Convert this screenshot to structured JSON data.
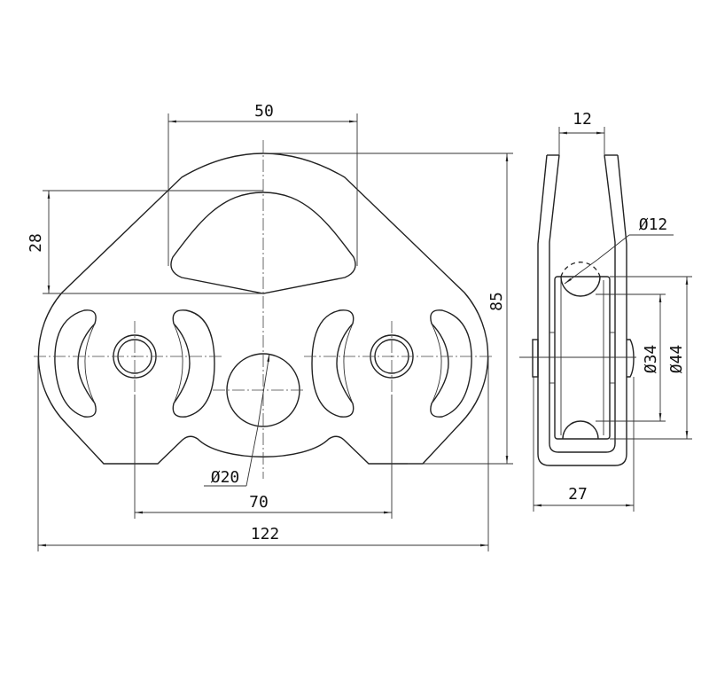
{
  "drawing": {
    "front_view": {
      "dimensions": {
        "eye_width": "50",
        "eye_height": "28",
        "overall_height": "85",
        "sheave_spacing": "70",
        "overall_width": "122",
        "center_hole_diameter": "Ø20"
      }
    },
    "side_view": {
      "dimensions": {
        "eye_gap": "12",
        "rope_diameter": "Ø12",
        "sheave_inner_diameter": "Ø34",
        "sheave_outer_diameter": "Ø44",
        "overall_thickness": "27"
      }
    },
    "line_color": "#222222"
  }
}
